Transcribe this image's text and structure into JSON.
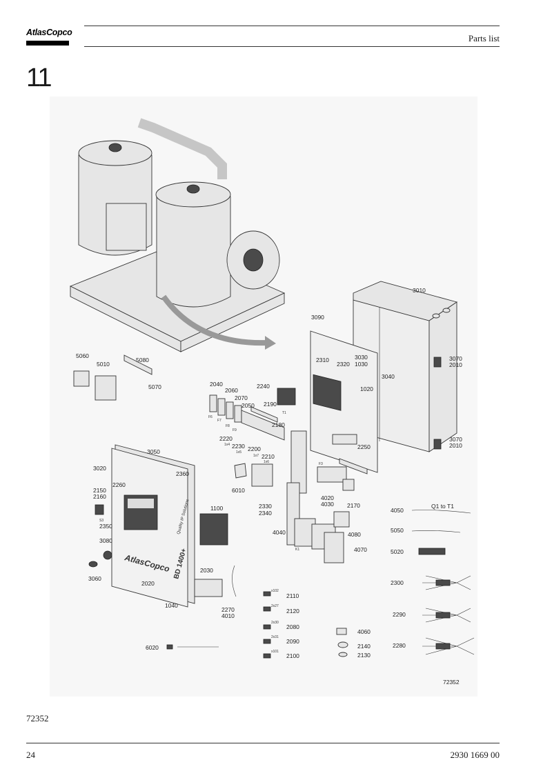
{
  "header": {
    "logo_text": "AtlasCopco",
    "title": "Parts list"
  },
  "section": {
    "number": "11"
  },
  "drawing": {
    "figure_code": "72352",
    "labels": {
      "l3010": "3010",
      "l3090": "3090",
      "l2310": "2310",
      "l2320": "2320",
      "l3030": "3030",
      "l1030": "1030",
      "l1020": "1020",
      "l3040": "3040",
      "l3070a": "3070",
      "l2010a": "2010",
      "l3070b": "3070",
      "l2010b": "2010",
      "l2250": "2250",
      "l5060": "5060",
      "l5010": "5010",
      "l5080": "5080",
      "l5070": "5070",
      "l2040": "2040",
      "l2060": "2060",
      "l2070": "2070",
      "l2050": "2050",
      "l2240": "2240",
      "l2190": "2190",
      "l2180": "2180",
      "l2220": "2220",
      "l2230": "2230",
      "l2200": "2200",
      "l2210": "2210",
      "l3050": "3050",
      "l3020": "3020",
      "l2360": "2360",
      "l2260": "2260",
      "l2150": "2150",
      "l2160": "2160",
      "l2350": "2350",
      "l3080": "3080",
      "l3060": "3060",
      "l2020": "2020",
      "l1040": "1040",
      "l6010": "6010",
      "l2330": "2330",
      "l2340": "2340",
      "l1100": "1100",
      "l4020": "4020",
      "l4030": "4030",
      "l2170": "2170",
      "l4040": "4040",
      "l4080": "4080",
      "l4070": "4070",
      "l4050": "4050",
      "q1t1": "Q1 to T1",
      "l5050": "5050",
      "l5020": "5020",
      "l2030": "2030",
      "l2270": "2270",
      "l4010": "4010",
      "l2110": "2110",
      "l2120": "2120",
      "l2080": "2080",
      "l2090": "2090",
      "l2100": "2100",
      "l4060": "4060",
      "l2140": "2140",
      "l2130": "2130",
      "l2300": "2300",
      "l2290": "2290",
      "l2280": "2280",
      "l6020": "6020"
    },
    "small_marks": {
      "f6a": "F6",
      "f7": "F7",
      "f8": "F8",
      "f9": "F9",
      "t1": "T1",
      "x4": "1x4",
      "x5": "1x5",
      "x7": "1x7",
      "x6": "1x6",
      "s3": "S3",
      "f3": "F3",
      "k1": "K1",
      "x102": "x102",
      "x27": "2x27",
      "x30": "2x30",
      "x31": "2x31",
      "x101": "x101",
      "bd": "BD 1400+",
      "ac": "AtlasCopco",
      "qs": "Quality IP Solutions"
    }
  },
  "footer": {
    "figure_ref": "72352",
    "page_number": "24",
    "doc_number": "2930 1669 00"
  }
}
